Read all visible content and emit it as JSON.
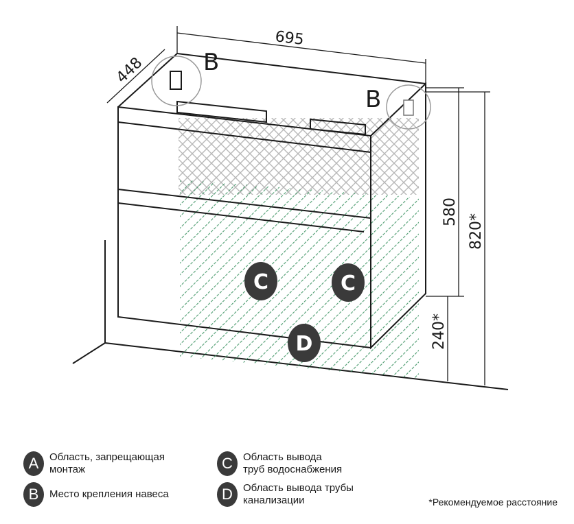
{
  "dimensions": {
    "width": "695",
    "depth": "448",
    "height_body": "580",
    "height_total": "820*",
    "height_floor": "240*"
  },
  "diagram_labels": {
    "corner_left": "B",
    "corner_right": "B",
    "zone_c_left": "C",
    "zone_c_right": "C",
    "zone_d": "D"
  },
  "colors": {
    "hatch_water": "#2e8b57",
    "hatch_forbidden": "#9a9a9a",
    "badge": "#3a3a3a"
  },
  "legend": [
    {
      "letter": "A",
      "text": "Область, запрещающая\nмонтаж"
    },
    {
      "letter": "B",
      "text": "Место крепления навеса"
    },
    {
      "letter": "C",
      "text": "Область вывода\nтруб водоснабжения"
    },
    {
      "letter": "D",
      "text": "Область вывода трубы\nканализации"
    }
  ],
  "footnote": "*Рекомендуемое расстояние"
}
